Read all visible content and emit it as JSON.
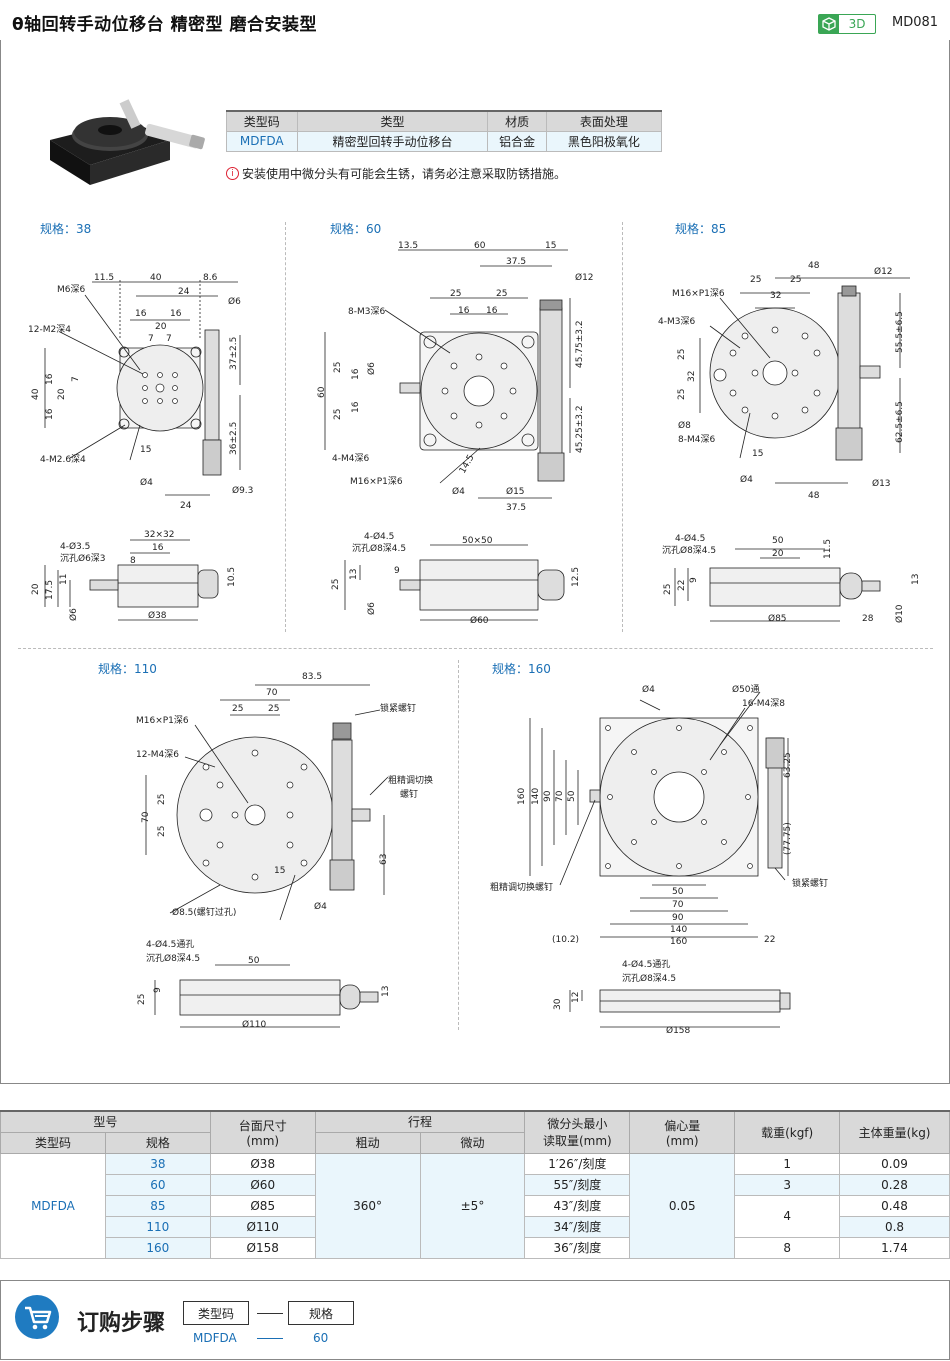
{
  "header": {
    "title": "θ轴回转手动位移台  精密型  磨合安装型",
    "badge_3d": "3D",
    "code": "MD081"
  },
  "spec_table": {
    "headers": [
      "类型码",
      "类型",
      "材质",
      "表面处理"
    ],
    "row": [
      "MDFDA",
      "精密型回转手动位移台",
      "铝合金",
      "黑色阳极氧化"
    ]
  },
  "notice": "安装使用中微分头有可能会生锈，请务必注意采取防锈措施。",
  "sizes": {
    "s38": "规格：38",
    "s60": "规格：60",
    "s85": "规格：85",
    "s110": "规格：110",
    "s160": "规格：160"
  },
  "d38": {
    "top": [
      "11.5",
      "40",
      "8.6",
      "24",
      "16",
      "16",
      "20",
      "7",
      "7"
    ],
    "m6": "M6深6",
    "m2": "12-M2深4",
    "m26": "4-M2.6深4",
    "phi6": "Ø6",
    "phi4": "Ø4",
    "phi93": "Ø9.3",
    "r1": "37±2.5",
    "r2": "36±2.5",
    "left": [
      "40",
      "16",
      "20",
      "7",
      "16"
    ],
    "b24": "24",
    "a15": "15",
    "side": {
      "h1": "4-Ø3.5",
      "h2": "沉孔Ø6深3",
      "d1": "32×32",
      "d2": "16",
      "d3": "8",
      "v": [
        "20",
        "17.5",
        "11"
      ],
      "r": "10.5",
      "phi6": "Ø6",
      "phi38": "Ø38"
    }
  },
  "d60": {
    "top": [
      "13.5",
      "60",
      "15",
      "37.5",
      "25",
      "25",
      "16",
      "16"
    ],
    "m3": "8-M3深6",
    "m4": "4-M4深6",
    "m16": "M16×P1深6",
    "phi12": "Ø12",
    "phi6": "Ø6",
    "phi4": "Ø4",
    "phi15": "Ø15",
    "b375": "37.5",
    "a145": "14.5",
    "r1": "45.75±3.2",
    "r2": "45.25±3.2",
    "left": [
      "60",
      "25",
      "25",
      "16",
      "16"
    ],
    "side": {
      "h1": "4-Ø4.5",
      "h2": "沉孔Ø8深4.5",
      "d1": "50×50",
      "v": [
        "25",
        "13",
        "9"
      ],
      "r": "12.5",
      "phi6": "Ø6",
      "phi60": "Ø60"
    }
  },
  "d85": {
    "top": [
      "48",
      "25",
      "25",
      "32"
    ],
    "m16": "M16×P1深6",
    "m3": "4-M3深6",
    "m4": "8-M4深6",
    "phi12": "Ø12",
    "phi8": "Ø8",
    "phi4": "Ø4",
    "phi13": "Ø13",
    "r1": "55.5±6.5",
    "r2": "62.5±6.5",
    "left": [
      "25",
      "32",
      "25"
    ],
    "b48": "48",
    "a15": "15",
    "side": {
      "h1": "4-Ø4.5",
      "h2": "沉孔Ø8深4.5",
      "d1": "50",
      "d2": "20",
      "v": [
        "25",
        "22",
        "9"
      ],
      "r1": "11.5",
      "r2": "13",
      "b": "Ø85",
      "b2": "28",
      "phi10": "Ø10"
    }
  },
  "d110": {
    "top": [
      "83.5",
      "70",
      "25",
      "25"
    ],
    "m16": "M16×P1深6",
    "m4": "12-M4深6",
    "lock": "锁紧螺钉",
    "adj1": "粗精调切换",
    "adj2": "螺钉",
    "left": [
      "70",
      "25",
      "25"
    ],
    "r63": "63",
    "a15": "15",
    "phi4": "Ø4",
    "phi85": "Ø8.5(螺钉过孔)",
    "side": {
      "h1": "4-Ø4.5通孔",
      "h2": "沉孔Ø8深4.5",
      "d1": "50",
      "v": [
        "25",
        "9"
      ],
      "r": "13",
      "phi110": "Ø110"
    }
  },
  "d160": {
    "phi4": "Ø4",
    "phi50": "Ø50通",
    "m4": "16-M4深8",
    "r1": "63.25",
    "r2": "(77.75)",
    "left": [
      "160",
      "140",
      "90",
      "70",
      "50"
    ],
    "adj": "粗精调切换螺钉",
    "lock": "锁紧螺钉",
    "bottom": [
      "50",
      "70",
      "90",
      "140",
      "160",
      "(10.2)",
      "22"
    ],
    "side": {
      "h1": "4-Ø4.5通孔",
      "h2": "沉孔Ø8深4.5",
      "v": [
        "30",
        "12"
      ],
      "phi158": "Ø158"
    }
  },
  "main_table": {
    "h_model": "型号",
    "h_type": "类型码",
    "h_size": "规格",
    "h_table": "台面尺寸",
    "h_table_unit": "(mm)",
    "h_stroke": "行程",
    "h_coarse": "粗动",
    "h_fine": "微动",
    "h_micro1": "微分头最小",
    "h_micro2": "读取量(mm)",
    "h_ecc1": "偏心量",
    "h_ecc2": "(mm)",
    "h_load": "载重(kgf)",
    "h_weight": "主体重量(kg)",
    "type_code": "MDFDA",
    "coarse": "360°",
    "fine": "±5°",
    "ecc": "0.05",
    "rows": [
      {
        "size": "38",
        "table": "Ø38",
        "micro": "1′26″/刻度",
        "weight": "0.09"
      },
      {
        "size": "60",
        "table": "Ø60",
        "micro": "55″/刻度",
        "weight": "0.28"
      },
      {
        "size": "85",
        "table": "Ø85",
        "micro": "43″/刻度",
        "weight": "0.48"
      },
      {
        "size": "110",
        "table": "Ø110",
        "micro": "34″/刻度",
        "weight": "0.8"
      },
      {
        "size": "160",
        "table": "Ø158",
        "micro": "36″/刻度",
        "weight": "1.74"
      }
    ],
    "loads": [
      "1",
      "3",
      "4",
      "8"
    ]
  },
  "order": {
    "title": "订购步骤",
    "box1": "类型码",
    "box2": "规格",
    "val1": "MDFDA",
    "val2": "60"
  }
}
